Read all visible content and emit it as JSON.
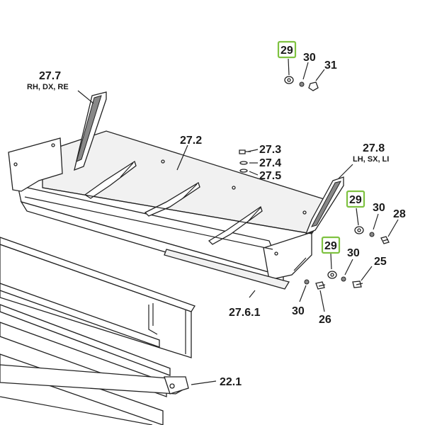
{
  "labels": {
    "l29a": "29",
    "l30a": "30",
    "l31": "31",
    "l277": "27.7",
    "l277sub": "RH, DX, RE",
    "l272": "27.2",
    "l273": "27.3",
    "l274": "27.4",
    "l275": "27.5",
    "l278": "27.8",
    "l278sub": "LH, SX, LI",
    "l29b": "29",
    "l30b": "30",
    "l28": "28",
    "l29c": "29",
    "l30c": "30",
    "l25": "25",
    "l2761": "27.6.1",
    "l30d": "30",
    "l26": "26",
    "l221": "22.1"
  },
  "colors": {
    "highlight": "#7fc241",
    "line": "#222222"
  }
}
